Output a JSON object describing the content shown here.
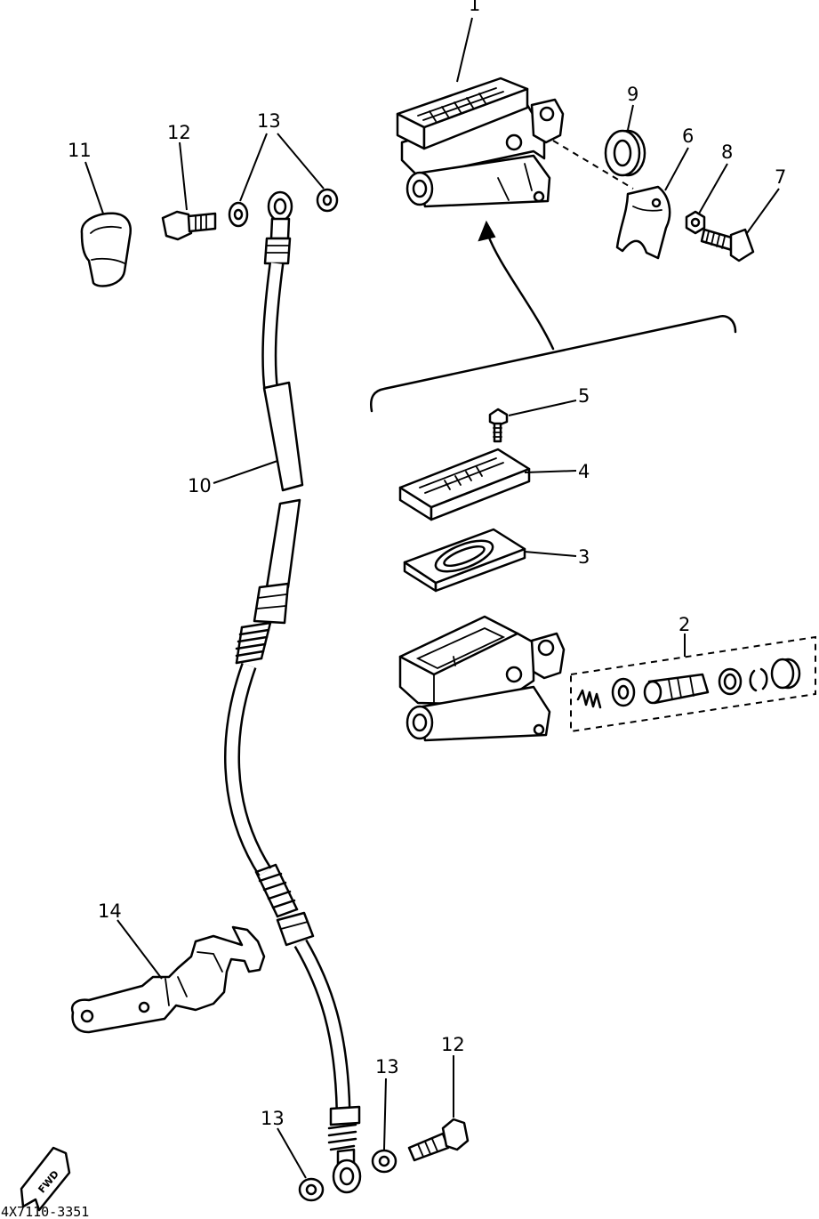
{
  "diagram": {
    "callouts": [
      "1",
      "9",
      "6",
      "8",
      "7",
      "13",
      "12",
      "11",
      "5",
      "4",
      "3",
      "2",
      "10",
      "14",
      "12",
      "13",
      "13"
    ],
    "drawing_code": "4X7110-3351",
    "fwd_label": "FWD"
  }
}
